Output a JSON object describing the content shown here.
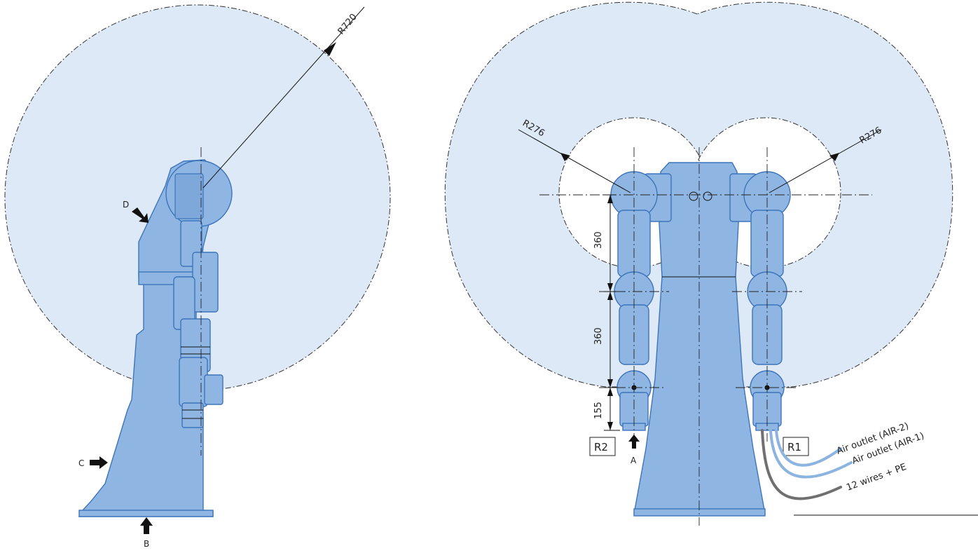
{
  "left_view": {
    "radius_label": "R720",
    "labels": {
      "d": "D",
      "c": "C",
      "b": "B"
    }
  },
  "right_view": {
    "radius_left_label": "R276",
    "radius_right_label": "R276",
    "dimensions": [
      "360",
      "360",
      "155"
    ],
    "arrow_label": "A",
    "box_left": "R2",
    "box_right": "R1",
    "cables": {
      "air2": "Air outlet (AIR-2)",
      "air1": "Air outlet (AIR-1)",
      "wires": "12 wires + PE"
    }
  },
  "colors": {
    "work_area": "#dde9f6",
    "robot_body": "#8fb6e3",
    "robot_outline": "#3d74bb",
    "air_cable": "#8cb4e0",
    "wire_cable": "#707070"
  }
}
